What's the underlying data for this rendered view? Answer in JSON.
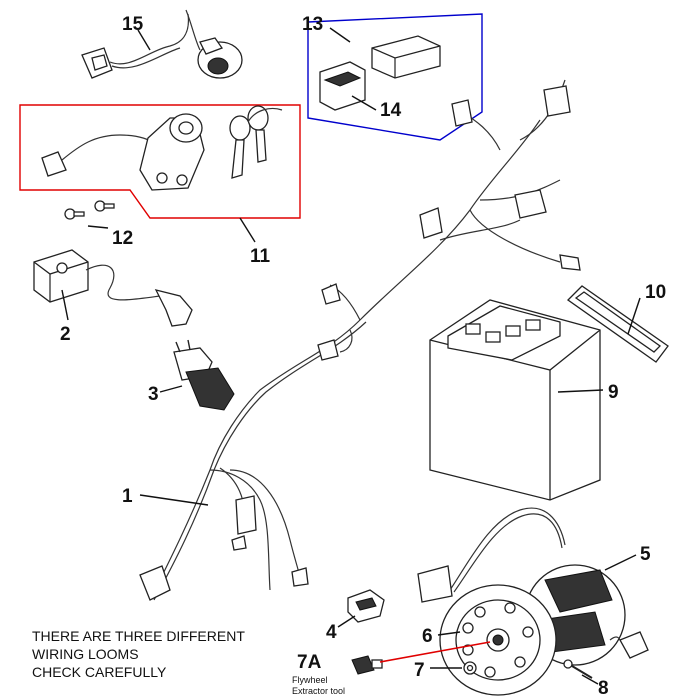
{
  "colors": {
    "ignition_group_frame": "#e00000",
    "relay_group_frame": "#0000cc",
    "flywheel_pointer": "#e00000",
    "line_art": "#222222",
    "background": "#ffffff"
  },
  "callouts": {
    "c1": "1",
    "c2": "2",
    "c3": "3",
    "c4": "4",
    "c5": "5",
    "c6": "6",
    "c7": "7",
    "c7a": "7A",
    "c8": "8",
    "c9": "9",
    "c10": "10",
    "c11": "11",
    "c12": "12",
    "c13": "13",
    "c14": "14",
    "c15": "15"
  },
  "tool_caption": {
    "line1": "Flywheel",
    "line2": "Extractor tool"
  },
  "notice": {
    "line1": "THERE ARE THREE DIFFERENT",
    "line2": "WIRING LOOMS",
    "line3": "CHECK CAREFULLY"
  }
}
